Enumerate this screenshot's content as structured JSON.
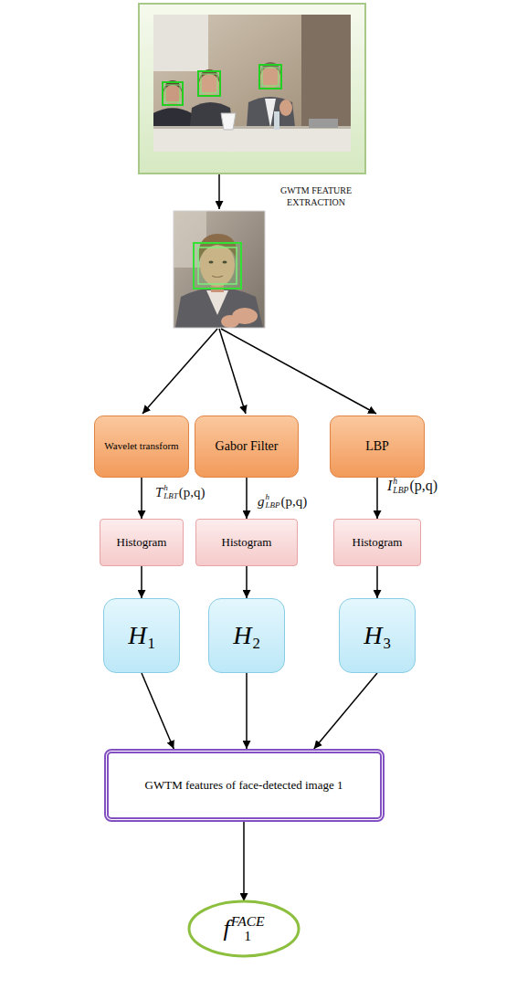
{
  "diagram": {
    "nodes": [
      {
        "text": [
          "Wavelet transform"
        ]
      },
      {
        "text": [
          "Gabor Filter"
        ]
      },
      {
        "text": [
          "LBP"
        ]
      },
      {
        "text": [
          "Histogram"
        ]
      },
      {
        "text": [
          "Histogram"
        ]
      },
      {
        "text": [
          "Histogram"
        ]
      },
      {
        "text": [
          "H",
          "1"
        ]
      },
      {
        "text": [
          "H",
          "2"
        ]
      },
      {
        "text": [
          "H",
          "3"
        ]
      },
      {
        "text": [
          "GWTM features of face-detected image 1"
        ]
      },
      {
        "text": [
          "f",
          "1",
          "FACE"
        ]
      }
    ],
    "edges": [
      {
        "from": 0,
        "to": 3,
        "arrow": "to"
      },
      {
        "from": 1,
        "to": 4,
        "arrow": "to"
      },
      {
        "from": 2,
        "to": 5,
        "arrow": "to"
      },
      {
        "from": 3,
        "to": 6,
        "arrow": "to"
      },
      {
        "from": 4,
        "to": 7,
        "arrow": "to"
      },
      {
        "from": 5,
        "to": 8,
        "arrow": "to"
      },
      {
        "from": 6,
        "to": 9,
        "arrow": "to"
      },
      {
        "from": 7,
        "to": 9,
        "arrow": "to"
      },
      {
        "from": 8,
        "to": 9,
        "arrow": "to"
      },
      {
        "from": 9,
        "to": 10,
        "arrow": "to"
      }
    ],
    "labels": [
      "GWTM FEATURE EXTRACTION",
      "T",
      "h",
      "LBT",
      "(p,q)",
      "g",
      "h",
      "LBP",
      "(p,q)",
      "I",
      "h",
      "LBP",
      "(p,q)"
    ]
  }
}
